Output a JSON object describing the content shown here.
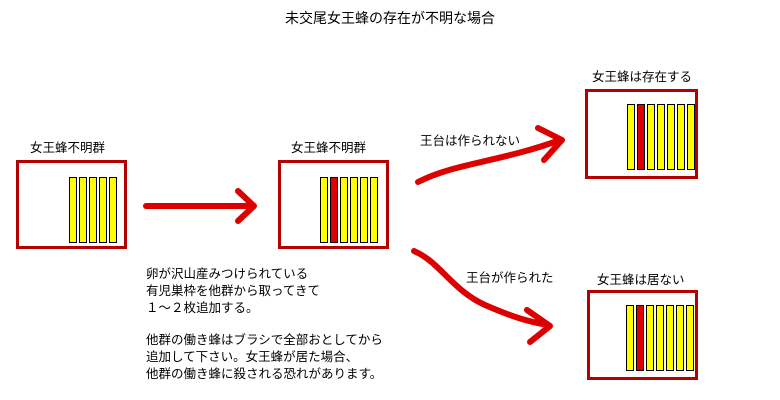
{
  "title": "未交尾女王蜂の存在が不明な場合",
  "colors": {
    "box_border": "#b30000",
    "frame_normal": "#ffff00",
    "frame_brood": "#dd0000",
    "arrow": "#dd0000"
  },
  "hives": [
    {
      "label": "女王蜂不明群",
      "frames": [
        "normal",
        "normal",
        "normal",
        "normal",
        "normal"
      ]
    },
    {
      "label": "女王蜂不明群",
      "frames": [
        "normal",
        "brood",
        "normal",
        "normal",
        "normal",
        "normal"
      ]
    },
    {
      "label": "女王蜂は存在する",
      "frames": [
        "normal",
        "brood",
        "normal",
        "normal",
        "normal",
        "normal",
        "normal"
      ]
    },
    {
      "label": "女王蜂は居ない",
      "frames": [
        "normal",
        "brood",
        "normal",
        "normal",
        "normal",
        "normal",
        "normal"
      ]
    }
  ],
  "branches": {
    "upper": "王台は作られない",
    "lower": "王台が作られた"
  },
  "notes": {
    "add_frames": "卵が沢山産みつけられている\n有児巣枠を他群から取ってきて\n１～２枚追加する。",
    "warning": "他群の働き蜂はブラシで全部おとしてから\n追加して下さい。女王蜂が居た場合、\n他群の働き蜂に殺される恐れがあります。"
  }
}
